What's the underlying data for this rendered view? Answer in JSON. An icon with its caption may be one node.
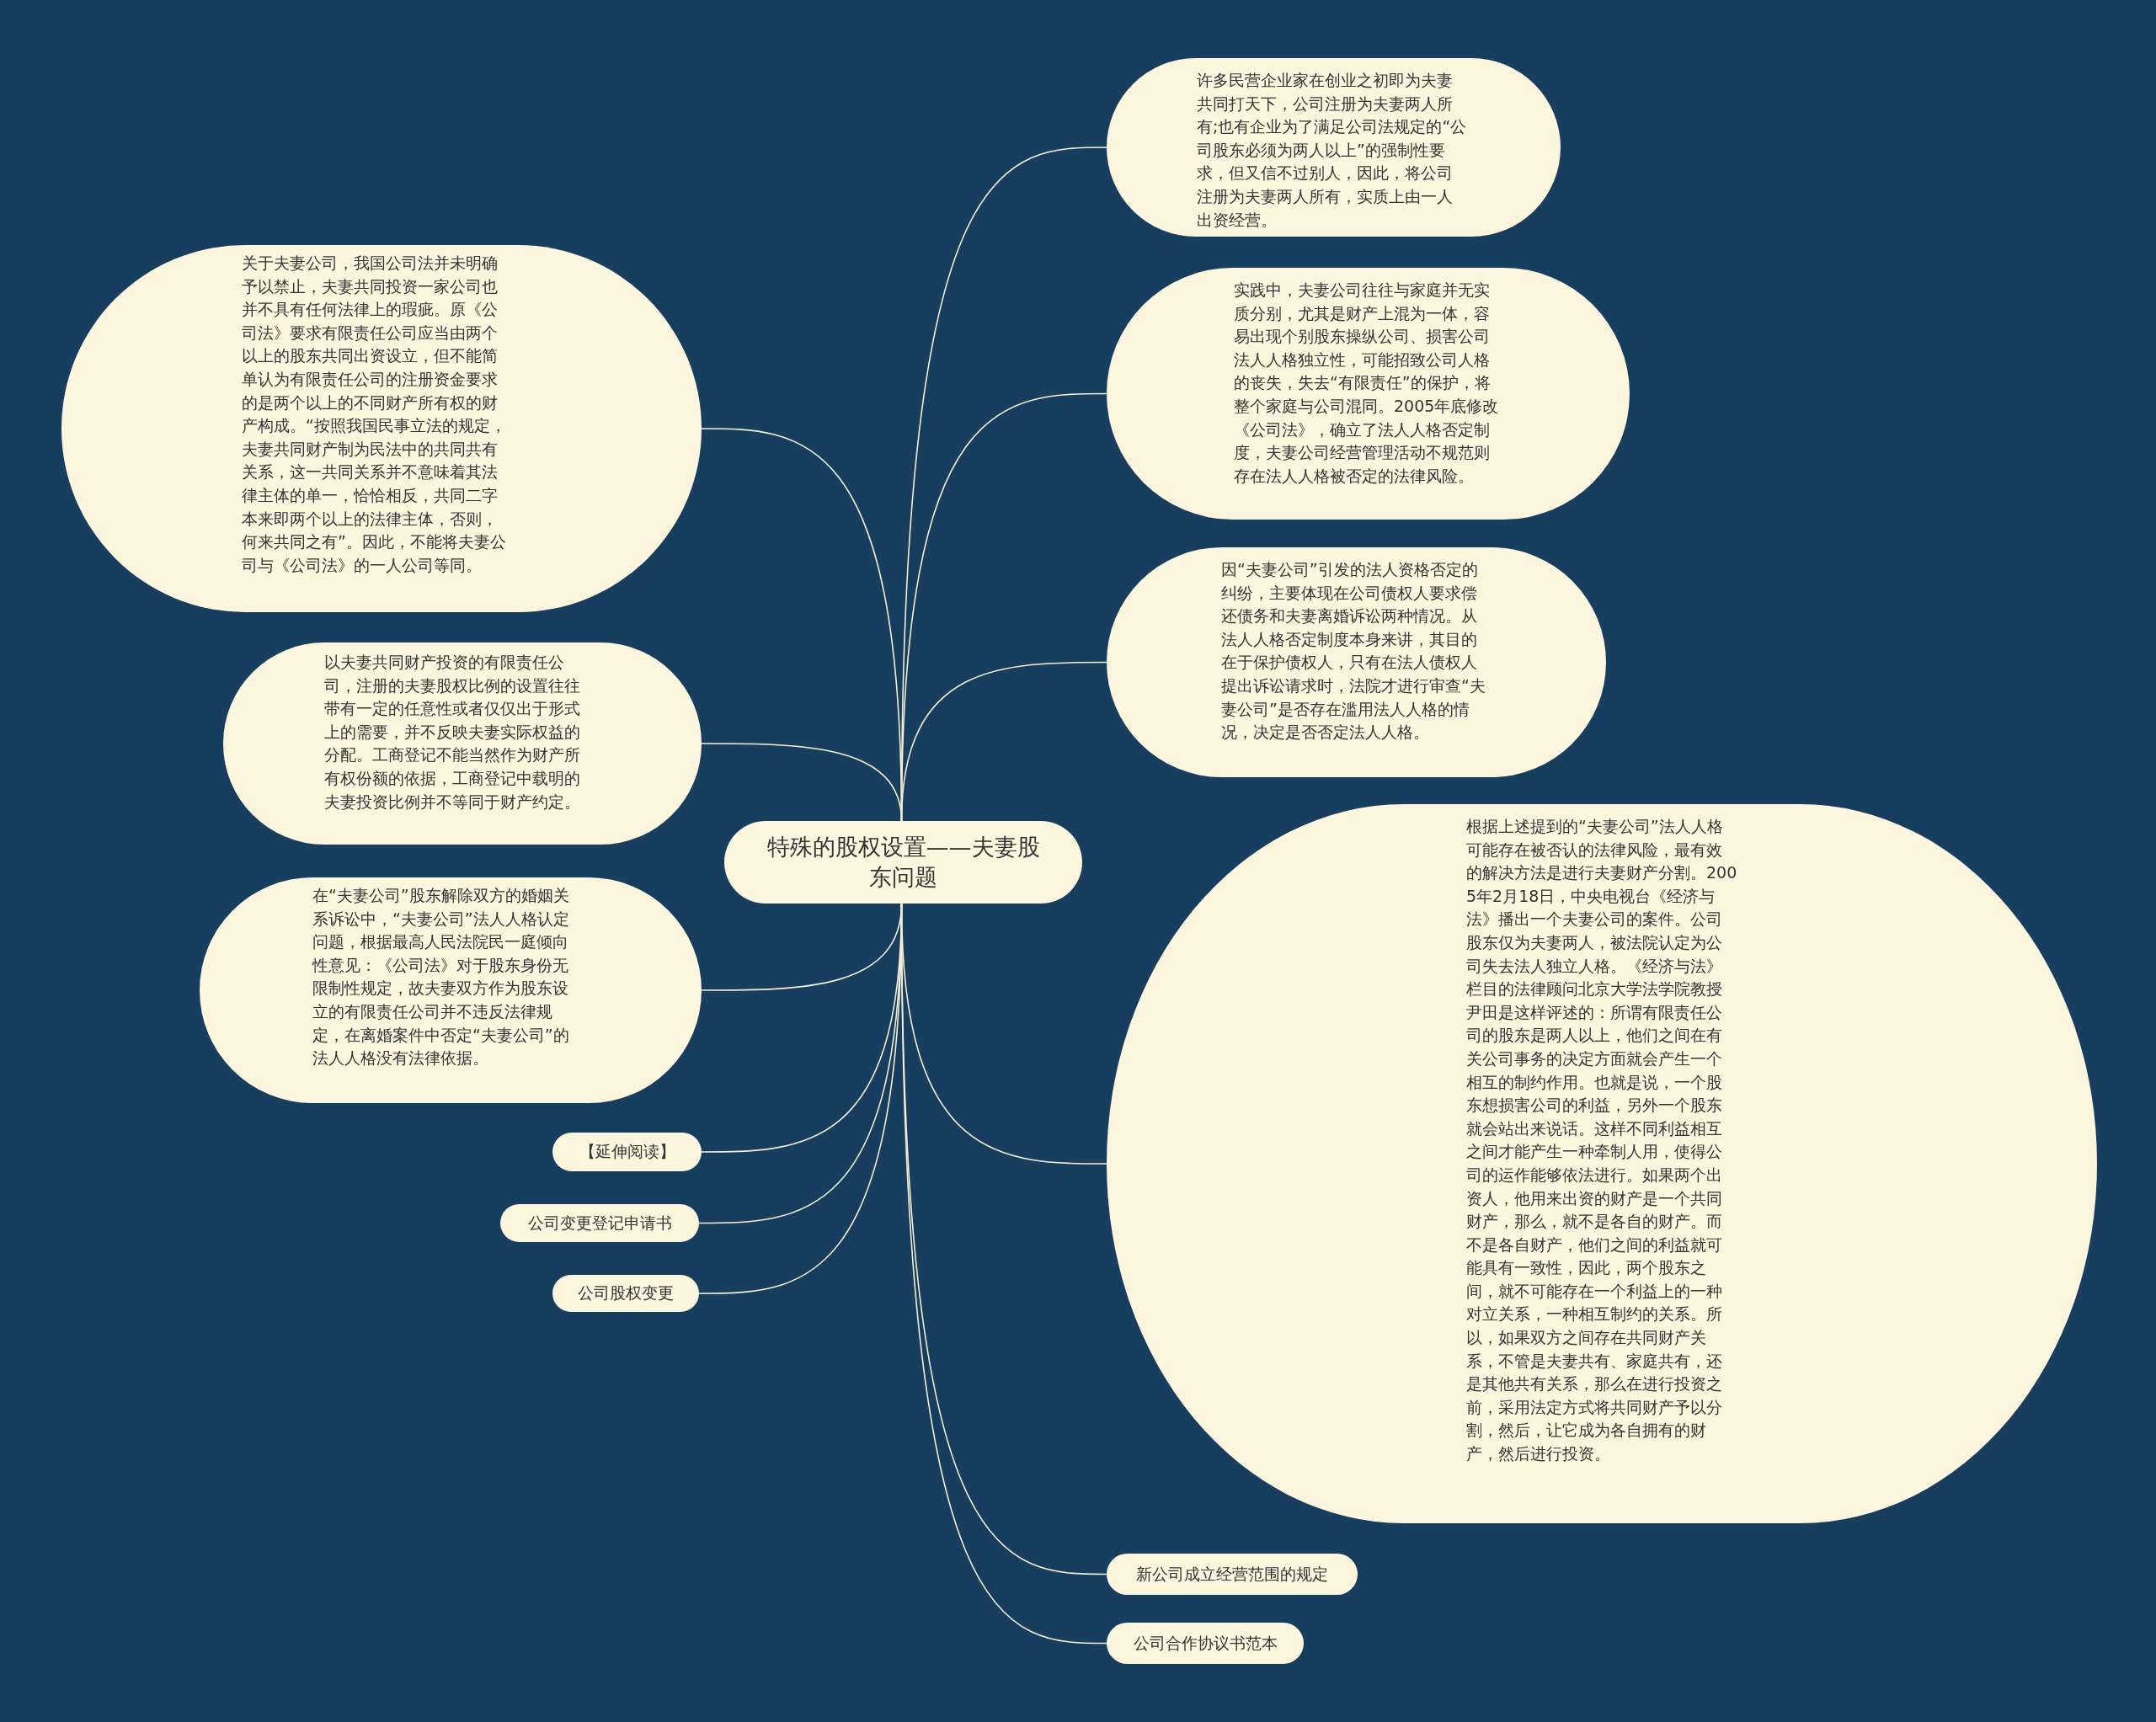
{
  "diagram": {
    "nodes": [
      {
        "text": [
          "特殊的股权设置——夫妻股东问题"
        ]
      },
      {
        "text": [
          "许多民营企业家在创业之初即为夫妻共同打天下，公司注册为夫妻两人所有;也有企业为了满足公司法规定的“公司股东必须为两人以上”的强制性要求，但又信不过别人，因此，将公司注册为夫妻两人所有，实质上由一人出资经营。"
        ]
      },
      {
        "text": [
          "实践中，夫妻公司往往与家庭并无实质分别，尤其是财产上混为一体，容易出现个别股东操纵公司、损害公司法人人格独立性，可能招致公司人格的丧失，失去“有限责任”的保护，将整个家庭与公司混同。2005年底修改《公司法》，确立了法人人格否定制度，夫妻公司经营管理活动不规范则存在法人人格被否定的法律风险。"
        ]
      },
      {
        "text": [
          "因“夫妻公司”引发的法人资格否定的纠纷，主要体现在公司债权人要求偿还债务和夫妻离婚诉讼两种情况。从法人人格否定制度本身来讲，其目的在于保护债权人，只有在法人债权人提出诉讼请求时，法院才进行审查“夫妻公司”是否存在滥用法人人格的情况，决定是否否定法人人格。"
        ]
      },
      {
        "text": [
          "根据上述提到的“夫妻公司”法人人格可能存在被否认的法律风险，最有效的解决方法是进行夫妻财产分割。2005年2月18日，中央电视台《经济与法》播出一个夫妻公司的案件。公司股东仅为夫妻两人，被法院认定为公司失去法人独立人格。《经济与法》栏目的法律顾问北京大学法学院教授尹田是这样评述的：所谓有限责任公司的股东是两人以上，他们之间在有关公司事务的决定方面就会产生一个相互的制约作用。也就是说，一个股东想损害公司的利益，另外一个股东就会站出来说话。这样不同利益相互之间才能产生一种牵制人用，使得公司的运作能够依法进行。如果两个出资人，他用来出资的财产是一个共同财产，那么，就不是各自的财产。而不是各自财产，他们之间的利益就可能具有一致性，因此，两个股东之间，就不可能存在一个利益上的一种对立关系，一种相互制约的关系。所以，如果双方之间存在共同财产关系，不管是夫妻共有、家庭共有，还是其他共有关系，那么在进行投资之前，采用法定方式将共同财产予以分割，然后，让它成为各自拥有的财产，然后进行投资。"
        ]
      },
      {
        "text": [
          "新公司成立经营范围的规定"
        ]
      },
      {
        "text": [
          "公司合作协议书范本"
        ]
      },
      {
        "text": [
          "关于夫妻公司，我国公司法并未明确予以禁止，夫妻共同投资一家公司也并不具有任何法律上的瑕疵。原《公司法》要求有限责任公司应当由两个以上的股东共同出资设立，但不能简单认为有限责任公司的注册资金要求的是两个以上的不同财产所有权的财产构成。“按照我国民事立法的规定，夫妻共同财产制为民法中的共同共有关系，这一共同关系并不意味着其法律主体的单一，恰恰相反，共同二字本来即两个以上的法律主体，否则，何来共同之有”。因此，不能将夫妻公司与《公司法》的一人公司等同。"
        ]
      },
      {
        "text": [
          "以夫妻共同财产投资的有限责任公司，注册的夫妻股权比例的设置往往带有一定的任意性或者仅仅出于形式上的需要，并不反映夫妻实际权益的分配。工商登记不能当然作为财产所有权份额的依据，工商登记中载明的夫妻投资比例并不等同于财产约定。"
        ]
      },
      {
        "text": [
          "在“夫妻公司”股东解除双方的婚姻关系诉讼中，“夫妻公司”法人人格认定问题，根据最高人民法院民一庭倾向性意见：《公司法》对于股东身份无限制性规定，故夫妻双方作为股东设立的有限责任公司并不违反法律规定，在离婚案件中否定“夫妻公司”的法人人格没有法律依据。"
        ]
      },
      {
        "text": [
          "【延伸阅读】"
        ]
      },
      {
        "text": [
          "公司变更登记申请书"
        ]
      },
      {
        "text": [
          "公司股权变更"
        ]
      }
    ],
    "edges": [
      {
        "from": 0,
        "to": 1,
        "arrow": "none"
      },
      {
        "from": 0,
        "to": 2,
        "arrow": "none"
      },
      {
        "from": 0,
        "to": 3,
        "arrow": "none"
      },
      {
        "from": 0,
        "to": 4,
        "arrow": "none"
      },
      {
        "from": 0,
        "to": 5,
        "arrow": "none"
      },
      {
        "from": 0,
        "to": 6,
        "arrow": "none"
      },
      {
        "from": 0,
        "to": 7,
        "arrow": "none"
      },
      {
        "from": 0,
        "to": 8,
        "arrow": "none"
      },
      {
        "from": 0,
        "to": 9,
        "arrow": "none"
      },
      {
        "from": 0,
        "to": 10,
        "arrow": "none"
      },
      {
        "from": 0,
        "to": 11,
        "arrow": "none"
      },
      {
        "from": 0,
        "to": 12,
        "arrow": "none"
      }
    ]
  }
}
